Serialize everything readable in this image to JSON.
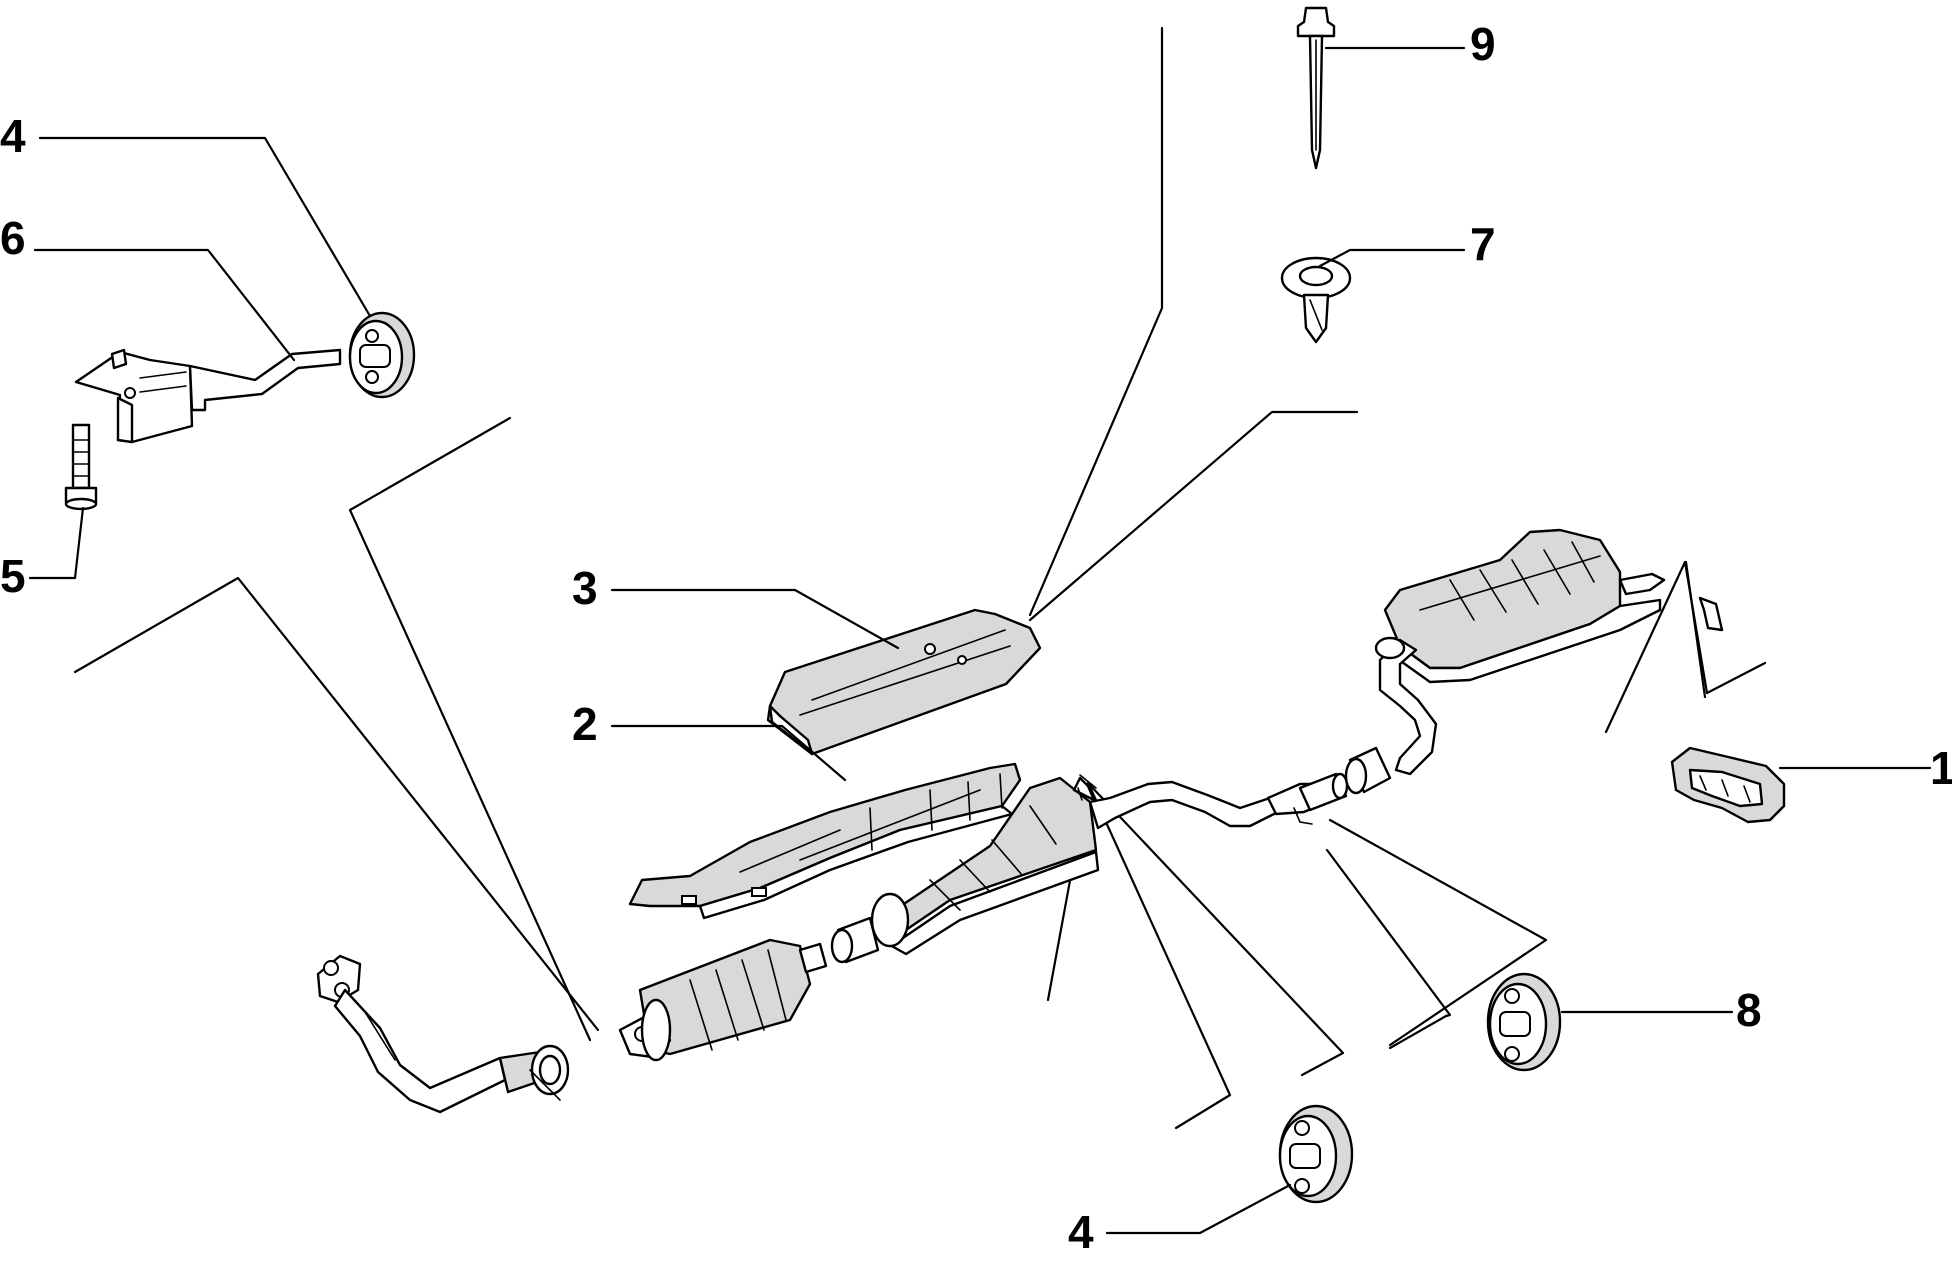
{
  "diagram": {
    "callouts": [
      {
        "id": "c1",
        "label": "1"
      },
      {
        "id": "c2",
        "label": "2"
      },
      {
        "id": "c3",
        "label": "3"
      },
      {
        "id": "c4a",
        "label": "4"
      },
      {
        "id": "c4b",
        "label": "4"
      },
      {
        "id": "c5",
        "label": "5"
      },
      {
        "id": "c6",
        "label": "6"
      },
      {
        "id": "c7",
        "label": "7"
      },
      {
        "id": "c8",
        "label": "8"
      },
      {
        "id": "c9",
        "label": "9"
      }
    ]
  }
}
